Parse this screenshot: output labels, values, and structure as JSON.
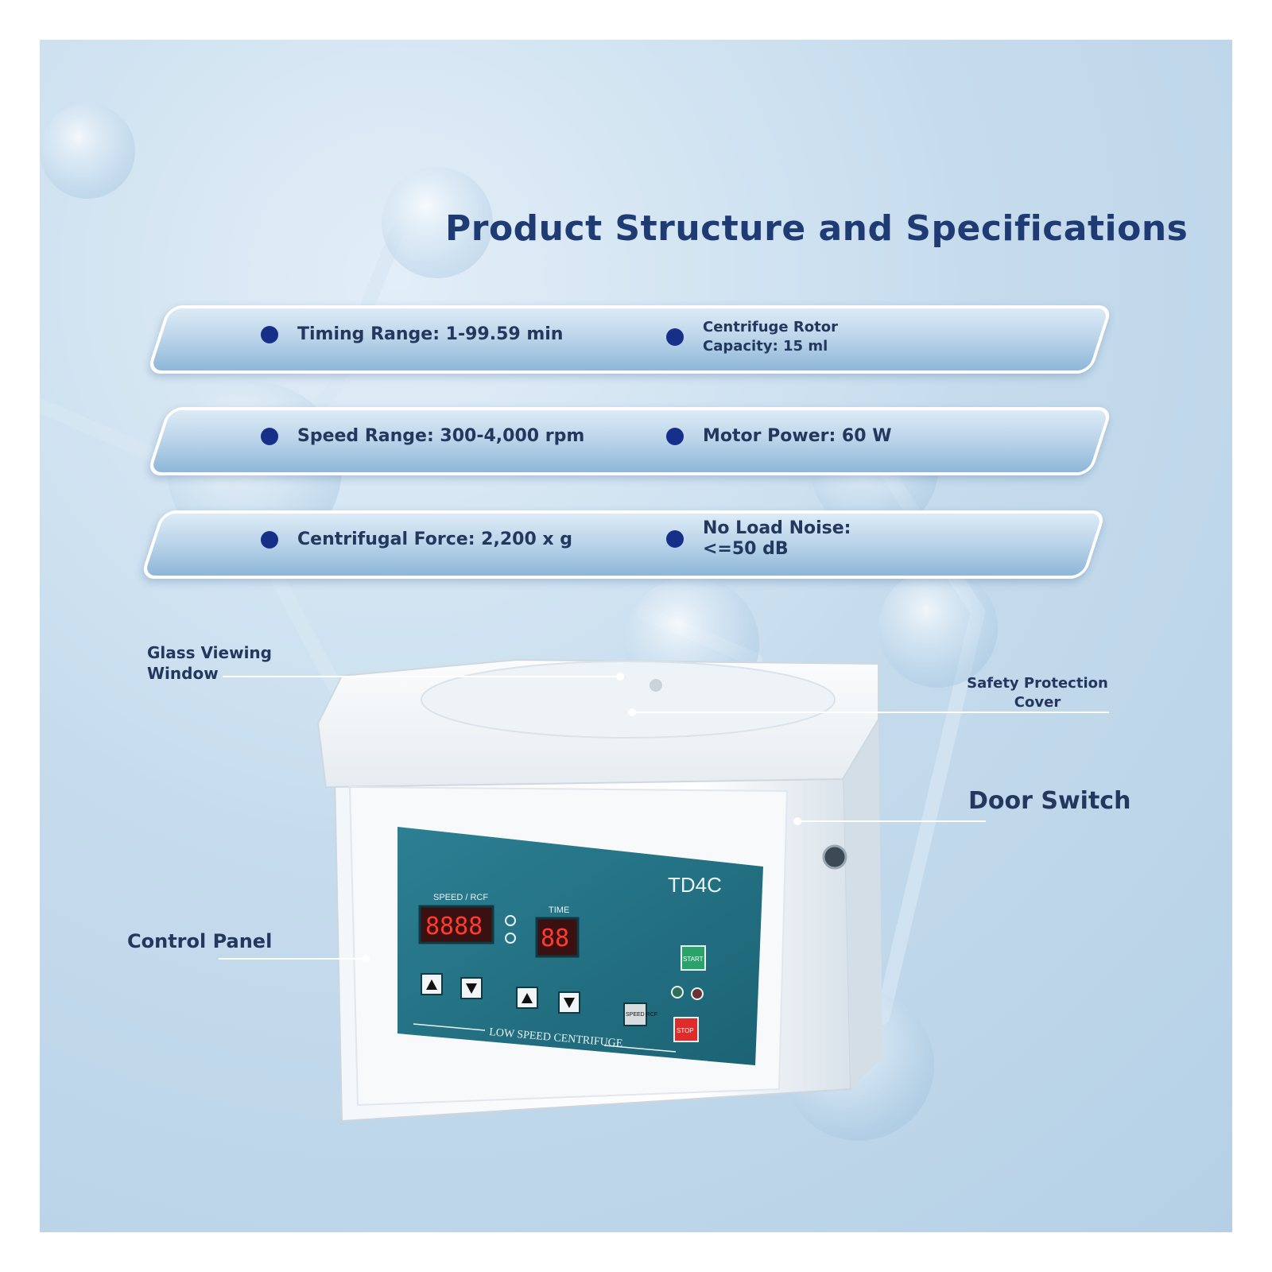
{
  "title": "Product Structure and Specifications",
  "specs": [
    {
      "left": "Timing Range: 1-99.59 min",
      "right": "Centrifuge Rotor Capacity: 15 ml"
    },
    {
      "left": "Speed Range: 300-4,000 rpm",
      "right": "Motor Power: 60 W"
    },
    {
      "left": "Centrifugal Force: 2,200 x g",
      "right": "No Load Noise: <=50 dB"
    }
  ],
  "callouts": {
    "glass_window": "Glass Viewing Window",
    "safety_cover": "Safety Protection Cover",
    "door_switch": "Door Switch",
    "control_panel": "Control Panel"
  },
  "device": {
    "model": "TD4C",
    "speed_label": "SPEED / RCF",
    "time_label": "TIME",
    "speed_display": "8888",
    "time_display": "88",
    "start_label": "START",
    "stop_label": "STOP",
    "speed_rcf_button": "SPEED RCF",
    "footer_label": "LOW SPEED CENTRIFUGE"
  },
  "colors": {
    "title": "#1f3b73",
    "dot": "#16308a",
    "panel": "#1f6f82",
    "display": "#ff3b2f",
    "start": "#29a36a",
    "stop": "#e02b2b"
  }
}
